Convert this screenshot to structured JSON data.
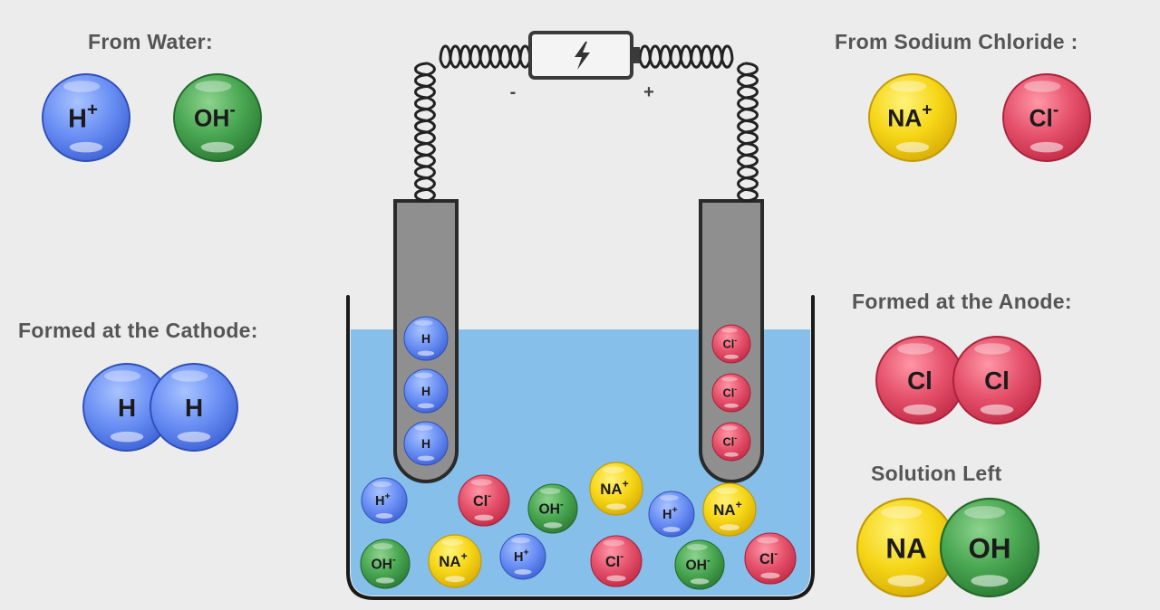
{
  "headings": {
    "from_water": "From Water:",
    "from_sodium_chloride": "From Sodium Chloride :",
    "formed_at_cathode": "Formed at the Cathode:",
    "formed_at_anode": "Formed at the Anode:",
    "solution_left": "Solution Left"
  },
  "battery": {
    "negative_label": "-",
    "positive_label": "+",
    "icon": "lightning-bolt-icon"
  },
  "ions": {
    "h": {
      "base": "H",
      "charge": "+"
    },
    "oh": {
      "base": "OH",
      "charge": "-"
    },
    "na": {
      "base": "NA",
      "charge": "+"
    },
    "cl": {
      "base": "Cl",
      "charge": "-"
    }
  },
  "products": {
    "cathode_molecule": [
      "H",
      "H"
    ],
    "anode_molecule": [
      "Cl",
      "Cl"
    ],
    "solution_molecule": [
      "NA",
      "OH"
    ]
  },
  "electrode_contents": {
    "cathode": [
      "H",
      "H",
      "H"
    ],
    "anode": [
      "Cl-",
      "Cl-",
      "Cl-"
    ]
  },
  "colors": {
    "background": "#ececec",
    "water": "#86bfe9",
    "electrode": "#8f8f8f",
    "hydrogen_blue": "#5f86f2",
    "hydroxide_green": "#3f9e4a",
    "sodium_yellow": "#f5d312",
    "chloride_red": "#e24a60",
    "heading_text": "#555555"
  }
}
